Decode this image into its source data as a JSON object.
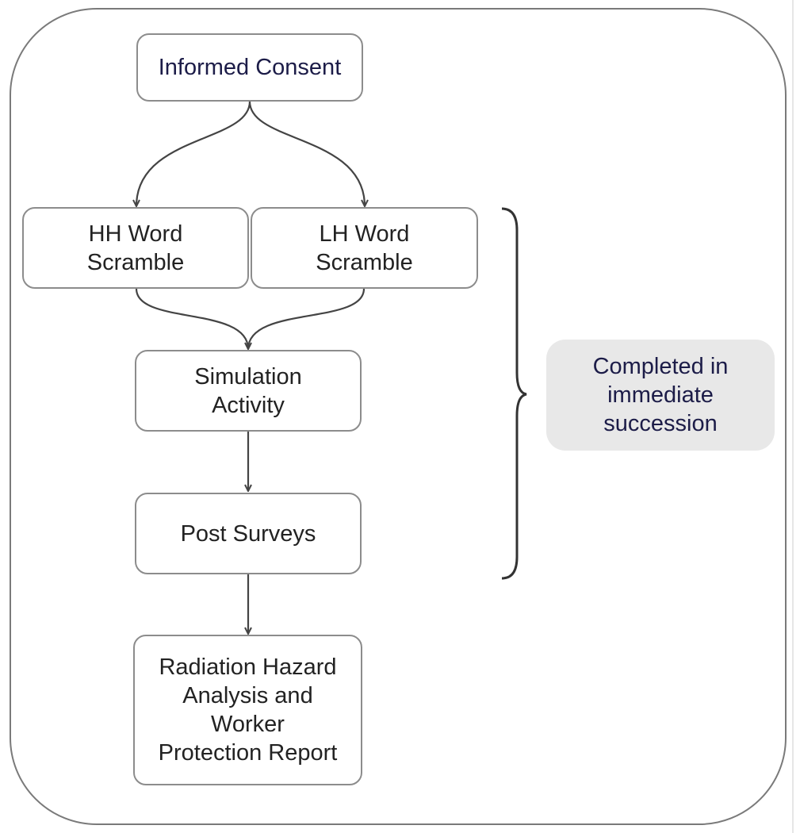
{
  "diagram": {
    "nodes": {
      "informed_consent": "Informed Consent",
      "hh_word_scramble": "HH Word\nScramble",
      "lh_word_scramble": "LH Word\nScramble",
      "simulation_activity": "Simulation\nActivity",
      "post_surveys": "Post Surveys",
      "radiation_report": "Radiation Hazard\nAnalysis and\nWorker\nProtection Report"
    },
    "bracket_note": "Completed in\nimmediate\nsuccession"
  },
  "colors": {
    "box_border": "#8c8c8c",
    "connector": "#444444",
    "dark_text": "#1c1c48",
    "note_background": "#e8e8e8"
  }
}
